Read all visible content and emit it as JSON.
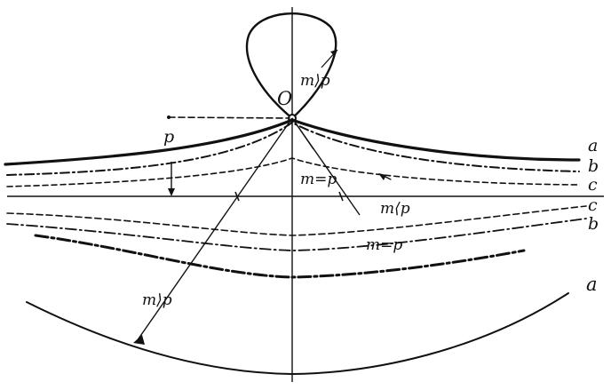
{
  "figure": {
    "origin_label": "O",
    "p_label": "p",
    "loop_label": "m⟩p",
    "upper_equal_label": "m=p",
    "lower_less_label": "m⟨p",
    "lower_equal_label": "m=p",
    "outer_label": "m⟩p",
    "right_labels": [
      "a",
      "b",
      "c",
      "c",
      "b"
    ],
    "bottom_right_label": "a"
  }
}
